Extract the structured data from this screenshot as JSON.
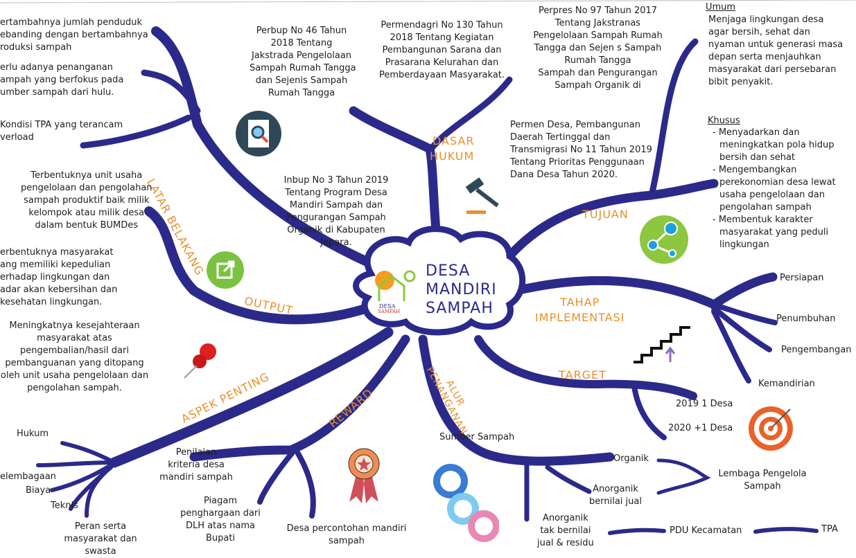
{
  "center": {
    "title_lines": [
      "DESA",
      "MANDIRI",
      "SAMPAH"
    ],
    "logo_text": [
      "DESA",
      "SAMPAH"
    ]
  },
  "colors": {
    "branch": "#2b2a8a",
    "label": "#e8902a"
  },
  "latar_belakang": {
    "label": "LATAR BELAKANG",
    "items": [
      [
        "ertambahnya jumlah penduduk",
        "ebanding dengan bertambahnya",
        "roduksi sampah"
      ],
      [
        "erlu adanya penanganan",
        "ampah yang berfokus pada",
        "umber sampah dari hulu."
      ],
      [
        "Kondisi TPA yang terancam",
        "verload"
      ]
    ]
  },
  "output": {
    "label": "OUTPUT",
    "items": [
      [
        "Terbentuknya unit usaha",
        "pengelolaan dan pengolahan",
        "sampah produktif baik milik",
        "kelompok atau milik desa",
        "dalam bentuk BUMDes"
      ],
      [
        "erbentuknya masyarakat",
        "ang memiliki kepedulian",
        "erhadap lingkungan dan",
        "adar akan kebersihan dan",
        "kesehatan lingkungan."
      ],
      [
        "Meningkatnya kesejahteraan",
        "masyarakat atas",
        "pengembalian/hasil dari",
        "pembanguanan yang ditopang",
        "oleh unit usaha pengelolaan dan",
        "pengolahan sampah."
      ]
    ]
  },
  "aspek_penting": {
    "label": "ASPEK PENTING",
    "items": [
      "Hukum",
      "elembagaan",
      "Biaya",
      "Teknis"
    ],
    "peran": [
      "Peran serta",
      "masyarakat dan",
      "swasta"
    ]
  },
  "reward": {
    "label": "REWARD",
    "items": [
      [
        "Penilaian",
        "kriteria desa",
        "mandiri sampah"
      ],
      [
        "Piagam",
        "penghargaan dari",
        "DLH atas nama",
        "Bupati"
      ],
      [
        "Desa percontohan mandiri",
        "sampah"
      ]
    ]
  },
  "alur_penanganan": {
    "label_lines": [
      "ALUR",
      "PENANGANAN"
    ],
    "sumber": "Sumber Sampah",
    "organik": "Organik",
    "anorganik_jual": [
      "Anorganik",
      "bernilai jual"
    ],
    "anorganik_residu": [
      "Anorganik",
      "tak bernilai",
      "jual & residu"
    ],
    "lembaga": [
      "Lembaga Pengelola",
      "Sampah"
    ],
    "pdu": "PDU Kecamatan",
    "tpa": "TPA"
  },
  "dasar_hukum": {
    "label_lines": [
      "DASAR",
      "HUKUM"
    ],
    "items": [
      [
        "Perbup No 46 Tahun",
        "2018 Tentang",
        "Jakstrada Pengelolaan",
        "Sampah Rumah Tangga",
        "dan Sejenis Sampah",
        "Rumah Tangga"
      ],
      [
        "Permendagri No 130 Tahun",
        "2018 Tentang Kegiatan",
        "Pembangunan Sarana dan",
        "Prasarana Kelurahan dan",
        "Pemberdayaan Masyarakat."
      ],
      [
        "Perpres No 97 Tahun 2017",
        "Tentang Jakstranas",
        "Pengelolaan Sampah Rumah",
        "Tangga dan Sejen s Sampah",
        "Rumah Tangga",
        "Sampah dan Pengurangan",
        "Sampah Organik di"
      ],
      [
        "Permen Desa, Pembangunan",
        "Daerah Tertinggal dan",
        "Transmigrasi No 11 Tahun 2019",
        "Tentang Prioritas Penggunaan",
        "Dana Desa Tahun 2020."
      ],
      [
        "Inbup No 3 Tahun 2019",
        "Tentang Program Desa",
        "Mandiri Sampah dan",
        "Pengurangan Sampah",
        "Organik di Kabupaten",
        "Jepara."
      ]
    ]
  },
  "tujuan": {
    "label": "TUJUAN",
    "umum_heading": "Umum",
    "umum": [
      "Menjaga lingkungan desa",
      "agar bersih, sehat dan",
      "nyaman untuk generasi masa",
      "depan serta menjauhkan",
      "masyarakat dari persebaran",
      "bibit penyakit."
    ],
    "khusus_heading": "Khusus",
    "khusus": [
      "- Menyadarkan dan",
      "meningkatkan pola hidup",
      "bersih dan sehat",
      "- Mengembangkan",
      "perekonomian desa lewat",
      "usaha pengelolaan dan",
      "pengolahan sampah",
      "- Membentuk karakter",
      "masyarakat yang peduli",
      "lingkungan"
    ]
  },
  "tahap_implementasi": {
    "label_lines": [
      "TAHAP",
      "IMPLEMENTASI"
    ],
    "items": [
      "Persiapan",
      "Penumbuhan",
      "Pengembangan",
      "Kemandirian"
    ]
  },
  "target": {
    "label": "TARGET",
    "items": [
      "2019 1 Desa",
      "2020 +1 Desa"
    ]
  }
}
